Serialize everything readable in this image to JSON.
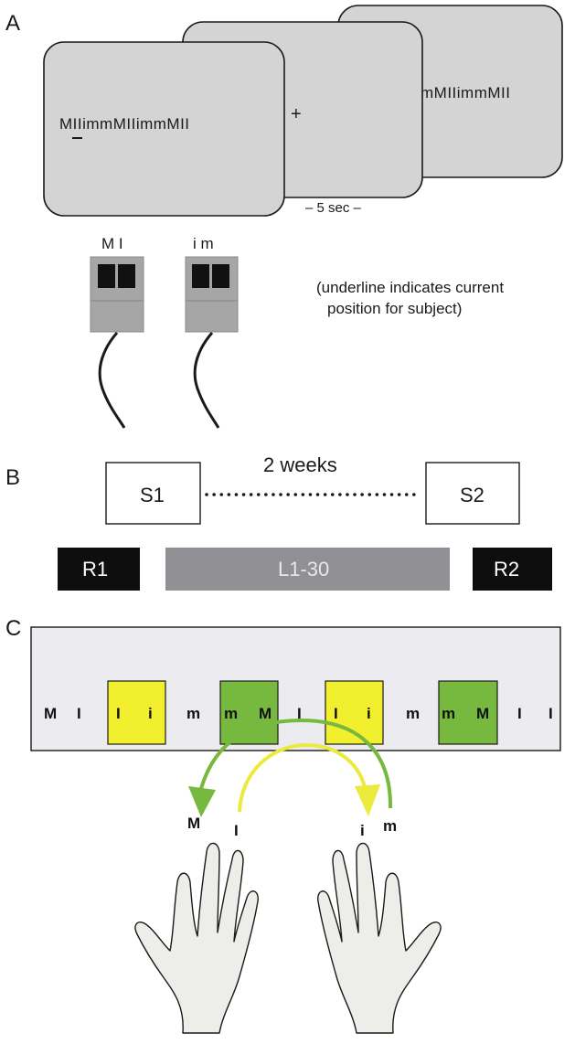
{
  "panel_a": {
    "label": "A",
    "screen1_text": "MIIimmMIIimmMII",
    "screen1_cursor_char": "I",
    "screen2_text": "+",
    "screen3_text": "mMIIimmMII",
    "duration_label": "– 5 sec –",
    "keypad_left_label": "M I",
    "keypad_right_label": "i m",
    "note_line1": "(underline indicates current",
    "note_line2": "position for subject)"
  },
  "panel_b": {
    "label": "B",
    "session1": "S1",
    "session2": "S2",
    "interval": "2 weeks",
    "run1": "R1",
    "learning_runs": "L1-30",
    "run2": "R2"
  },
  "panel_c": {
    "label": "C",
    "sequence": [
      "M",
      "I",
      "I",
      "i",
      "m",
      "m",
      "M",
      "I",
      "I",
      "i",
      "m",
      "m",
      "M",
      "I",
      "I"
    ],
    "finger_M": "M",
    "finger_I": "I",
    "finger_i": "i",
    "finger_m": "m",
    "colors": {
      "yellow": "#f2ef2e",
      "green": "#77b83f",
      "panel_bg": "#ebebf0",
      "screen_gray": "#d4d4d4",
      "band_gray": "#919195"
    }
  }
}
